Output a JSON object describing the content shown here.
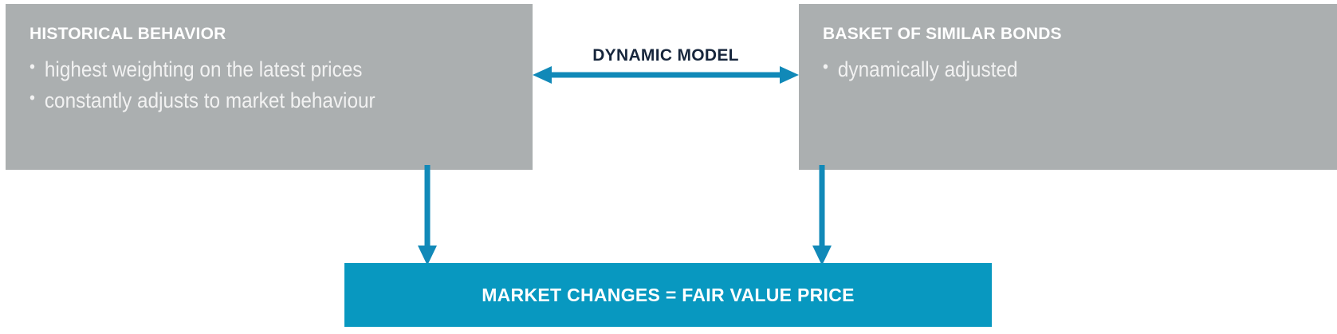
{
  "diagram": {
    "colors": {
      "box_gray": "#ABAFB0",
      "arrow_blue": "#1189B8",
      "result_bar_teal": "#0898C0",
      "title_white": "#FFFFFF",
      "bullet_white": "#F2F2F2",
      "label_dark": "#17263C"
    },
    "left_box": {
      "title": "HISTORICAL BEHAVIOR",
      "bullets": [
        "highest weighting on the latest prices",
        "constantly adjusts to market behaviour"
      ]
    },
    "right_box": {
      "title": "BASKET OF SIMILAR BONDS",
      "bullets": [
        "dynamically adjusted"
      ]
    },
    "center_connector": {
      "label": "DYNAMIC MODEL",
      "icon": "double-headed-horizontal-arrow-icon"
    },
    "down_arrows": {
      "left_icon": "arrow-down-icon",
      "right_icon": "arrow-down-icon"
    },
    "result_bar": {
      "text": "MARKET CHANGES = FAIR VALUE PRICE"
    }
  }
}
